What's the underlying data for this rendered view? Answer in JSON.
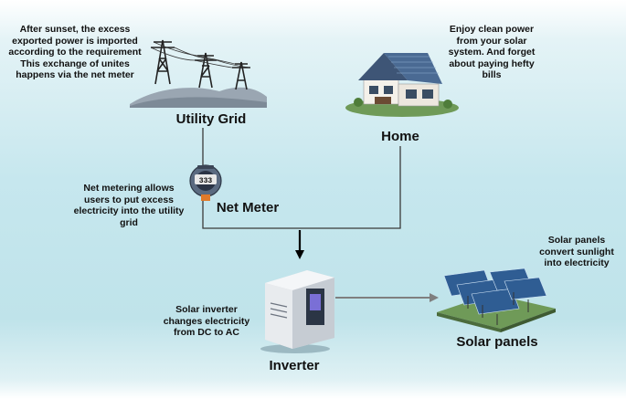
{
  "nodes": {
    "utility_grid": {
      "label": "Utility Grid",
      "description": "After sunset, the excess exported power is imported according to the requirement  This exchange of unites happens via the net meter"
    },
    "home": {
      "label": "Home",
      "description": "Enjoy clean power from your solar system. And forget about paying hefty bills"
    },
    "net_meter": {
      "label": "Net Meter",
      "description": "Net metering allows users to put excess electricity into the utility grid"
    },
    "inverter": {
      "label": "Inverter",
      "description": "Solar inverter changes electricity from DC to AC"
    },
    "solar_panels": {
      "label": "Solar panels",
      "description": "Solar panels convert sunlight into electricity"
    }
  },
  "meter_display": "333",
  "colors": {
    "line": "#3a3a3a",
    "arrow_gray": "#7f7f7f",
    "text": "#111111"
  }
}
